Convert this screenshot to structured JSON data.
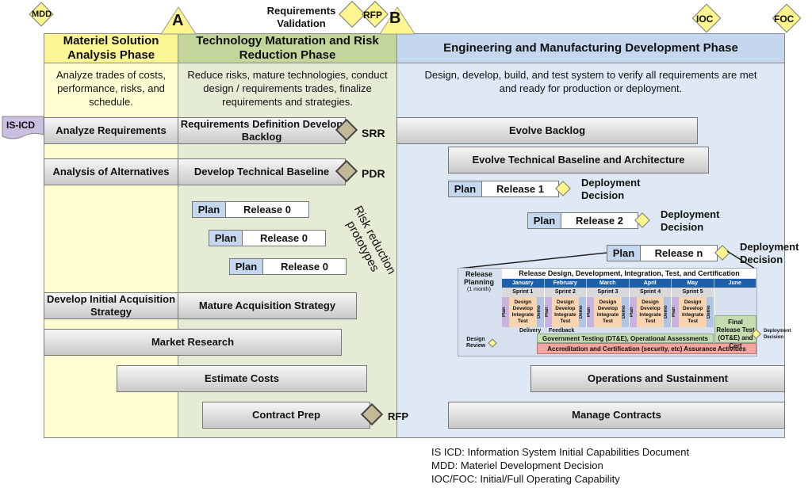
{
  "milestones": {
    "mdd": "MDD",
    "a": "A",
    "req_validation": "Requirements Validation",
    "rfp_top": "RFP",
    "b": "B",
    "ioc": "IOC",
    "foc": "FOC",
    "srr": "SRR",
    "pdr": "PDR",
    "rfp_bottom": "RFP"
  },
  "phases": [
    {
      "title": "Materiel Solution Analysis Phase",
      "description": "Analyze trades of costs, performance, risks, and schedule."
    },
    {
      "title": "Technology Maturation and Risk Reduction Phase",
      "description": "Reduce risks, mature technologies, conduct design / requirements trades, finalize requirements and strategies."
    },
    {
      "title": "Engineering and Manufacturing Development Phase",
      "description": "Design, develop, build, and test system to verify all requirements are met and ready for production or deployment."
    }
  ],
  "input_doc": "IS-ICD",
  "activities": {
    "analyze_requirements": "Analyze Requirements",
    "req_def_backlog": "Requirements Definition Develop Backlog",
    "analysis_alternatives": "Analysis of Alternatives",
    "develop_tech_baseline": "Develop Technical Baseline",
    "develop_initial_acq": "Develop Initial Acquisition Strategy",
    "mature_acq": "Mature Acquisition Strategy",
    "market_research": "Market Research",
    "estimate_costs": "Estimate Costs",
    "contract_prep": "Contract Prep",
    "evolve_backlog": "Evolve Backlog",
    "evolve_tech_baseline": "Evolve Technical Baseline and Architecture",
    "ops_sustainment": "Operations and Sustainment",
    "manage_contracts": "Manage Contracts"
  },
  "risk_label": "Risk reduction prototypes",
  "releases": [
    {
      "plan": "Plan",
      "name": "Release 0"
    },
    {
      "plan": "Plan",
      "name": "Release 0"
    },
    {
      "plan": "Plan",
      "name": "Release 0"
    },
    {
      "plan": "Plan",
      "name": "Release 1",
      "decision": "Deployment Decision"
    },
    {
      "plan": "Plan",
      "name": "Release 2",
      "decision": "Deployment Decision"
    },
    {
      "plan": "Plan",
      "name": "Release n",
      "decision": "Deployment Decision"
    }
  ],
  "detail": {
    "release_planning": "Release Planning",
    "one_month": "(1 month)",
    "title": "Release Design, Development, Integration, Test, and Certification",
    "months": [
      "January",
      "February",
      "March",
      "April",
      "May",
      "June"
    ],
    "sprints": [
      "Sprint 1",
      "Sprint 2",
      "Sprint 3",
      "Sprint 4",
      "Sprint 5"
    ],
    "sprint_plan": "Plan",
    "sprint_work": "Design Develop Integrate Test",
    "sprint_demo": "Demo",
    "delivery": "Delivery",
    "feedback": "Feedback",
    "design_review": "Design Review",
    "gov_testing": "Government Testing (DT&E), Operational Assessments",
    "accreditation": "Accreditation and Certification (security, etc) Assurance Activities",
    "final_release": "Final Release Test (OT&E) and Cert",
    "deployment_decision": "Deployment Decision"
  },
  "notes": [
    "IS ICD: Information System Initial Capabilities Document",
    "MDD: Materiel Development Decision",
    "IOC/FOC: Initial/Full Operating Capability"
  ]
}
